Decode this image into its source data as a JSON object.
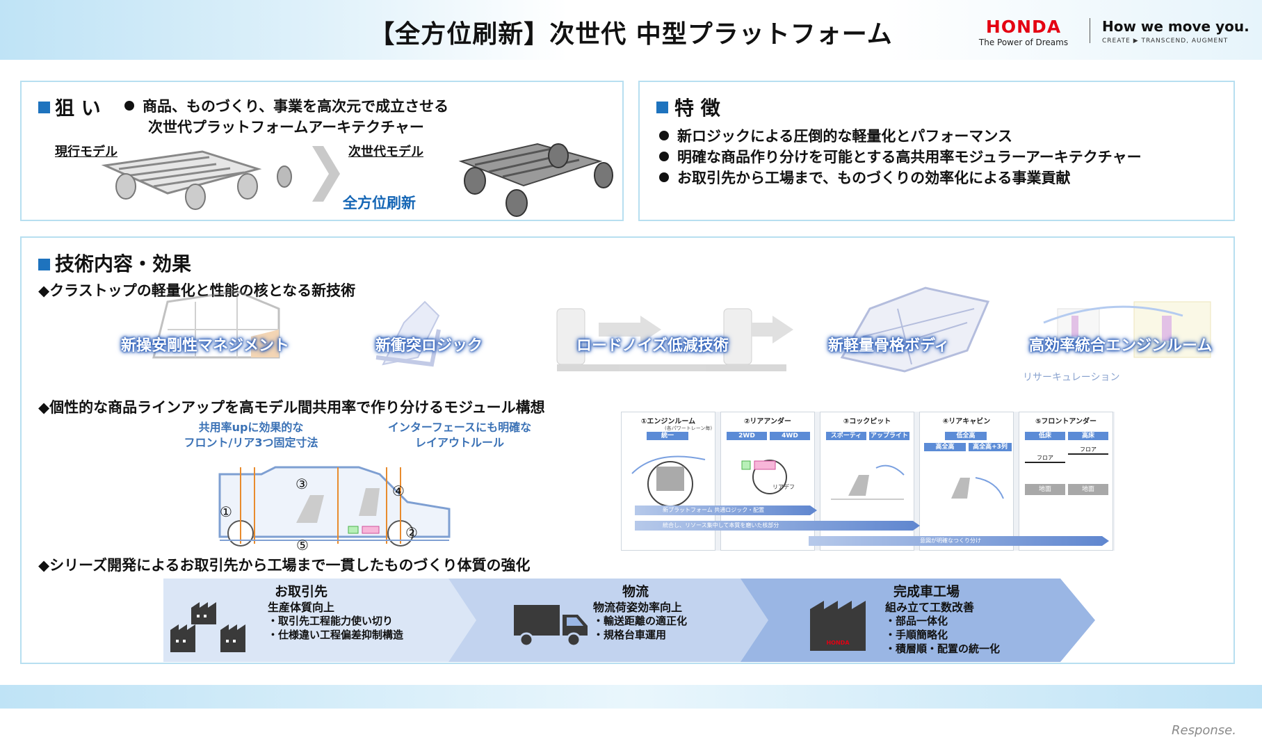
{
  "header": {
    "title": "【全方位刷新】次世代 中型プラットフォーム",
    "brand": "HONDA",
    "brand_tagline": "The Power of Dreams",
    "slogan": "How we move you.",
    "slogan_sub": "CREATE ▶ TRANSCEND, AUGMENT"
  },
  "aim": {
    "heading": "狙 い",
    "bullet_line1": "商品、ものづくり、事業を高次元で成立させる",
    "bullet_line2": "次世代プラットフォームアーキテクチャー",
    "current_model": "現行モデル",
    "next_model": "次世代モデル",
    "refresh": "全方位刷新"
  },
  "features": {
    "heading": "特 徴",
    "items": [
      "新ロジックによる圧倒的な軽量化とパフォーマンス",
      "明確な商品作り分けを可能とする高共用率モジュラーアーキテクチャー",
      "お取引先から工場まで、ものづくりの効率化による事業貢献"
    ]
  },
  "tech": {
    "heading": "技術内容・効果",
    "sub1": "◆クラストップの軽量化と性能の核となる新技術",
    "items": [
      "新操安剛性マネジメント",
      "新衝突ロジック",
      "ロードノイズ低減技術",
      "新軽量骨格ボディ",
      "高効率統合エンジンルーム"
    ],
    "recirc": "リサーキュレーション",
    "sub2": "◆個性的な商品ラインアップを高モデル間共用率で作り分けるモジュール構想",
    "callout1_line1": "共用率upに効果的な",
    "callout1_line2": "フロント/リア3つ固定寸法",
    "callout2_line1": "インターフェースにも明確な",
    "callout2_line2": "レイアウトルール",
    "circled": [
      "①",
      "②",
      "③",
      "④",
      "⑤"
    ],
    "modules": [
      {
        "title": "①エンジンルーム",
        "tags": [
          "統一"
        ],
        "note": "(各パワートレーン毎)"
      },
      {
        "title": "②リアアンダー",
        "tags": [
          "2WD",
          "4WD"
        ],
        "note": "リアデフ"
      },
      {
        "title": "③コックピット",
        "tags": [
          "スポーティ",
          "アップライト"
        ]
      },
      {
        "title": "④リアキャビン",
        "tags": [
          "低全高",
          "高全高",
          "高全高+3列"
        ]
      },
      {
        "title": "⑤フロントアンダー",
        "tags": [
          "低床",
          "高床"
        ],
        "floor": "フロア",
        "ground": "地面"
      }
    ],
    "module_arrows": [
      "新プラットフォーム 共通ロジック・配置",
      "統合し、リソース集中して本質を磨いた核部分",
      "意図が明確なつくり分け"
    ],
    "sub3": "◆シリーズ開発によるお取引先から工場まで一貫したものづくり体質の強化",
    "chain": [
      {
        "title": "お取引先",
        "sub": "生産体質向上",
        "items": [
          "・取引先工程能力使い切り",
          "・仕様違い工程偏差抑制構造"
        ]
      },
      {
        "title": "物流",
        "sub": "物流荷姿効率向上",
        "items": [
          "・輸送距離の適正化",
          "・規格台車運用"
        ]
      },
      {
        "title": "完成車工場",
        "sub": "組み立て工数改善",
        "items": [
          "・部品一体化",
          "・手順簡略化",
          "・積層順・配置の統一化"
        ]
      }
    ],
    "factory_badge": "HONDA"
  },
  "watermark": "Response.",
  "colors": {
    "accent": "#1e73be",
    "brand_red": "#e40012",
    "panel_border": "#b7dff0"
  }
}
